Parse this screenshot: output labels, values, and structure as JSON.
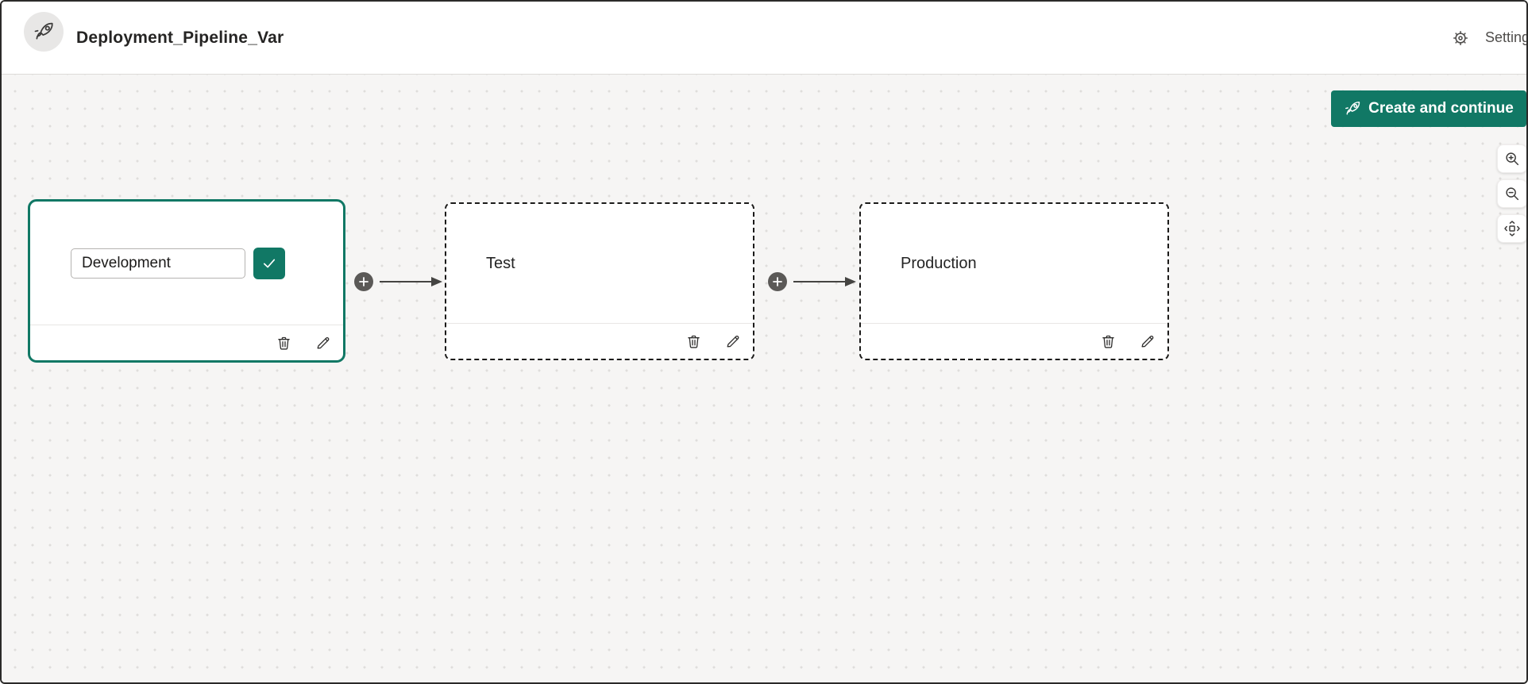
{
  "header": {
    "app_icon": "rocket",
    "title": "Deployment_Pipeline_Var",
    "settings_label": "Settings"
  },
  "canvas": {
    "create_button": {
      "icon": "rocket",
      "label": "Create and continue"
    },
    "view_controls": {
      "zoom_in_icon": "magnifier-plus",
      "zoom_out_icon": "magnifier-minus",
      "fit_view_icon": "fit-to-view"
    },
    "stages": [
      {
        "name": "Development",
        "state": "editing",
        "selected": true,
        "actions": [
          "delete",
          "edit"
        ]
      },
      {
        "name": "Test",
        "state": "idle",
        "selected": false,
        "actions": [
          "delete",
          "edit"
        ]
      },
      {
        "name": "Production",
        "state": "idle",
        "selected": false,
        "actions": [
          "delete",
          "edit"
        ]
      }
    ],
    "connectors": [
      {
        "type": "add-stage-plus-and-arrow",
        "between": [
          "Development",
          "Test"
        ]
      },
      {
        "type": "add-stage-plus-and-arrow",
        "between": [
          "Test",
          "Production"
        ]
      }
    ]
  },
  "colors": {
    "accent_teal": "#117865",
    "canvas_background": "#f6f5f4",
    "plus_badge": "#5b5957",
    "arrow": "#454442",
    "dashed_border": "#1b1a19"
  }
}
